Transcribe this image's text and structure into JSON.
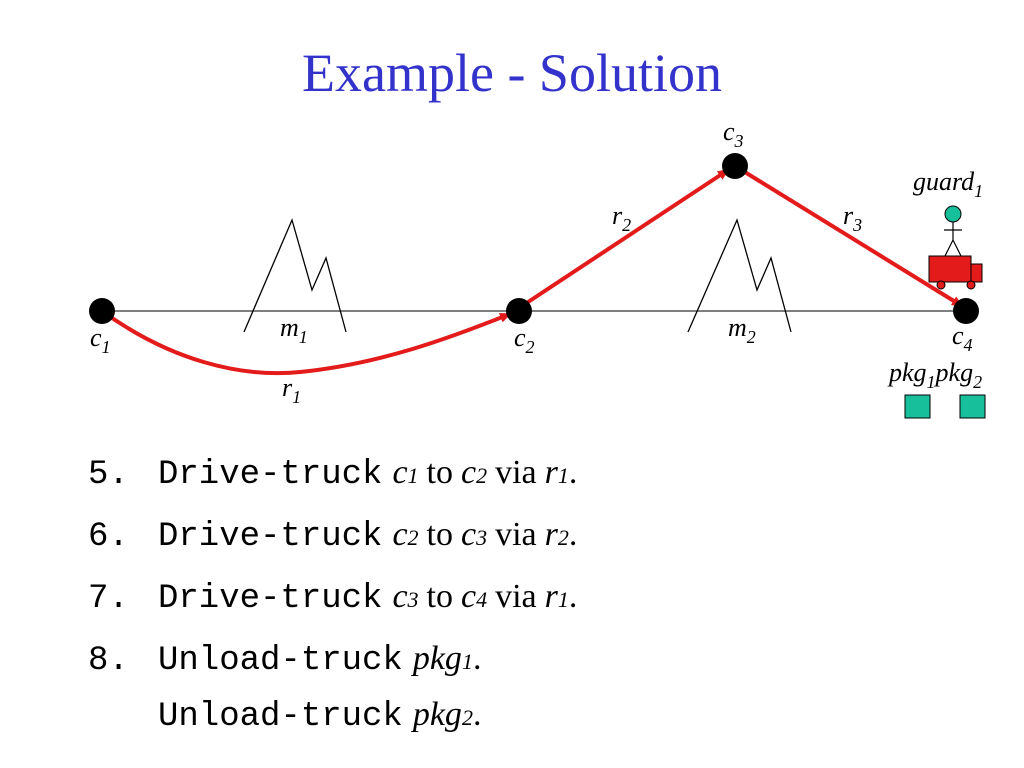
{
  "title": "Example - Solution",
  "diagram": {
    "cities": [
      {
        "name": "c",
        "sub": "1"
      },
      {
        "name": "c",
        "sub": "2"
      },
      {
        "name": "c",
        "sub": "3"
      },
      {
        "name": "c",
        "sub": "4"
      }
    ],
    "mountains": [
      {
        "name": "m",
        "sub": "1"
      },
      {
        "name": "m",
        "sub": "2"
      }
    ],
    "routes": [
      {
        "name": "r",
        "sub": "1"
      },
      {
        "name": "r",
        "sub": "2"
      },
      {
        "name": "r",
        "sub": "3"
      }
    ],
    "guard": {
      "name": "guard",
      "sub": "1"
    },
    "packages": [
      {
        "name": "pkg",
        "sub": "1"
      },
      {
        "name": "pkg",
        "sub": "2"
      }
    ],
    "colors": {
      "route": "#e31b1b",
      "truck": "#e31b1b",
      "package": "#17c09a",
      "guard": "#17c09a",
      "title": "#3333cc"
    }
  },
  "steps": [
    {
      "num": "5.",
      "action": "Drive-truck",
      "a": "c",
      "a_sub": "1",
      "w1": "to",
      "b": "c",
      "b_sub": "2",
      "w2": "via",
      "r": "r",
      "r_sub": "1",
      "end": "."
    },
    {
      "num": "6.",
      "action": "Drive-truck",
      "a": "c",
      "a_sub": "2",
      "w1": "to",
      "b": "c",
      "b_sub": "3",
      "w2": "via",
      "r": "r",
      "r_sub": "2",
      "end": "."
    },
    {
      "num": "7.",
      "action": "Drive-truck",
      "a": "c",
      "a_sub": "3",
      "w1": "to",
      "b": "c",
      "b_sub": "4",
      "w2": "via",
      "r": "r",
      "r_sub": "1",
      "end": "."
    },
    {
      "num": "8.",
      "action": "Unload-truck",
      "obj": "pkg",
      "obj_sub": "1",
      "end": "."
    },
    {
      "num": "",
      "action": "Unload-truck",
      "obj": "pkg",
      "obj_sub": "2",
      "end": "."
    }
  ]
}
